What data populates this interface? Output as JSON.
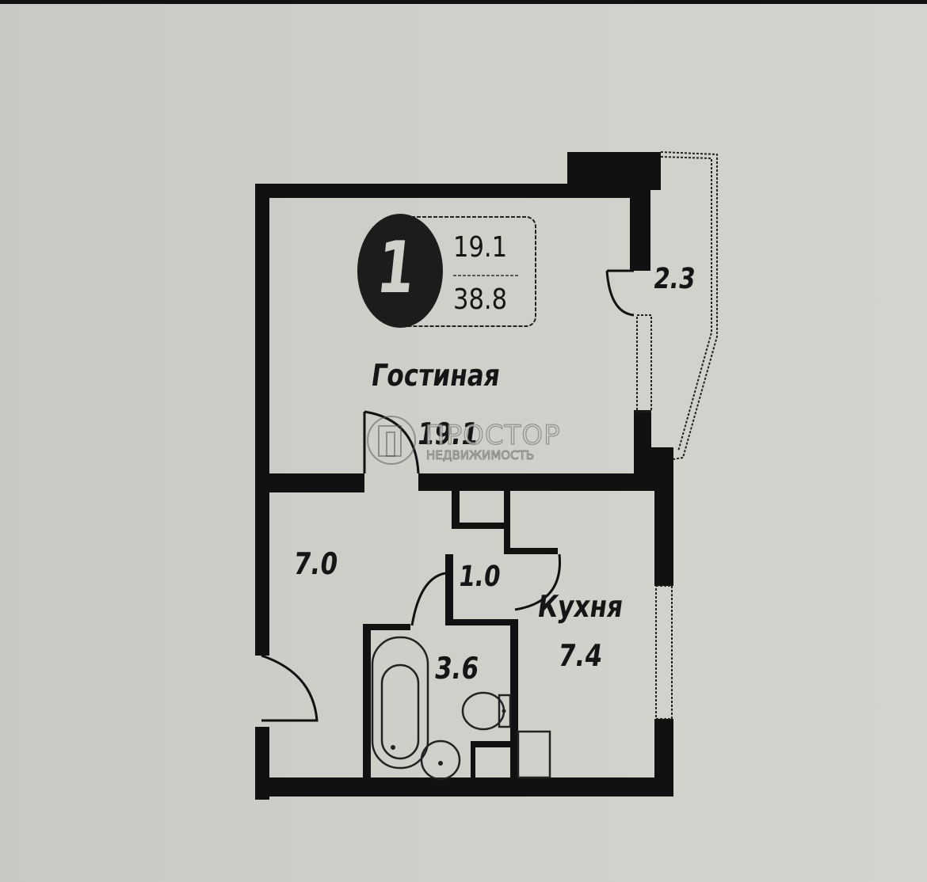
{
  "plan": {
    "rooms_count": "1",
    "living_area": "19.1",
    "total_area": "38.8",
    "rooms": [
      {
        "name": "Гостиная",
        "area": "19.1"
      },
      {
        "name": "",
        "area": "2.3",
        "type": "balcony"
      },
      {
        "name": "",
        "area": "7.0",
        "type": "hallway"
      },
      {
        "name": "",
        "area": "1.0",
        "type": "closet"
      },
      {
        "name": "",
        "area": "3.6",
        "type": "bathroom"
      },
      {
        "name": "Кухня",
        "area": "7.4"
      }
    ]
  },
  "watermark": {
    "brand": "ПРОСТОР",
    "subtitle": "НЕДВИЖИМОСТЬ"
  },
  "colors": {
    "wall": "#111111",
    "paper": "#cfd0ca"
  }
}
